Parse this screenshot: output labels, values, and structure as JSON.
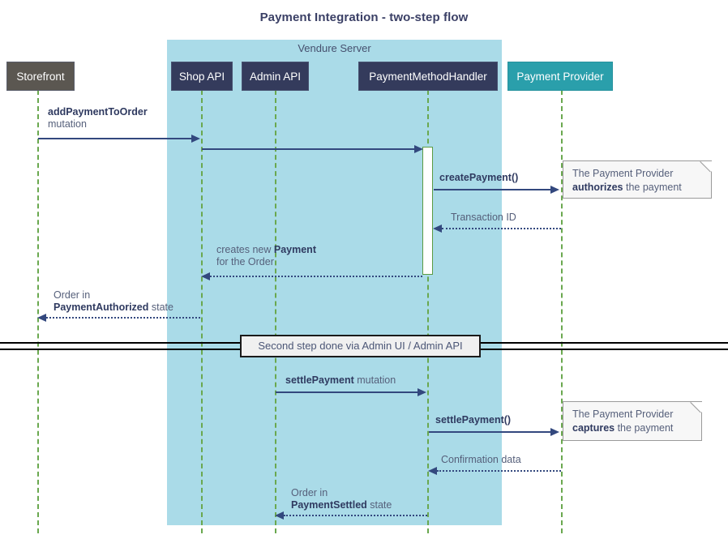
{
  "diagram": {
    "title": "Payment Integration - two-step flow",
    "type": "sequence-diagram",
    "colors": {
      "background": "#ffffff",
      "region_fill": "#aadbe8",
      "participant_api": "#343b5c",
      "participant_storefront": "#5b5751",
      "participant_provider": "#2a9fab",
      "lifeline": "#6aa84f",
      "message": "#33487e",
      "note_fill": "#f7f7f7",
      "note_border": "#9a9a9a",
      "divider_border": "#1a1a1a",
      "text": "#555f7a",
      "text_bold": "#2f3a60"
    }
  },
  "region": {
    "label": "Vendure Server"
  },
  "participants": [
    {
      "id": "storefront",
      "label": "Storefront"
    },
    {
      "id": "shop-api",
      "label": "Shop API"
    },
    {
      "id": "admin-api",
      "label": "Admin API"
    },
    {
      "id": "payment-method-handler",
      "label": "PaymentMethodHandler"
    },
    {
      "id": "payment-provider",
      "label": "Payment Provider"
    }
  ],
  "messages": [
    {
      "id": "add-payment-to-order",
      "from": "storefront",
      "to": "shop-api",
      "style": "solid",
      "direction": "right",
      "label_bold": "addPaymentToOrder",
      "label_plain": "mutation"
    },
    {
      "id": "shop-api-to-handler",
      "from": "shop-api",
      "to": "payment-method-handler",
      "style": "solid",
      "direction": "right",
      "label_bold": "",
      "label_plain": ""
    },
    {
      "id": "create-payment",
      "from": "payment-method-handler",
      "to": "payment-provider",
      "style": "solid",
      "direction": "right",
      "label_bold": "createPayment()",
      "label_plain": ""
    },
    {
      "id": "transaction-id",
      "from": "payment-provider",
      "to": "payment-method-handler",
      "style": "dotted",
      "direction": "left",
      "label_bold": "",
      "label_plain": "Transaction ID"
    },
    {
      "id": "creates-new-payment",
      "from": "payment-method-handler",
      "to": "shop-api",
      "style": "dotted",
      "direction": "left",
      "label_line1_plain": "creates new ",
      "label_line1_bold": "Payment",
      "label_line2_plain": "for the Order"
    },
    {
      "id": "order-payment-authorized",
      "from": "shop-api",
      "to": "storefront",
      "style": "dotted",
      "direction": "left",
      "label_line1_plain": "Order in",
      "label_line2_bold": "PaymentAuthorized",
      "label_line2_plain": " state"
    },
    {
      "id": "settle-payment-mutation",
      "from": "admin-api",
      "to": "payment-method-handler",
      "style": "solid",
      "direction": "right",
      "label_bold": "settlePayment",
      "label_plain": " mutation"
    },
    {
      "id": "settle-payment-call",
      "from": "payment-method-handler",
      "to": "payment-provider",
      "style": "solid",
      "direction": "right",
      "label_bold": "settlePayment()",
      "label_plain": ""
    },
    {
      "id": "confirmation-data",
      "from": "payment-provider",
      "to": "payment-method-handler",
      "style": "dotted",
      "direction": "left",
      "label_bold": "",
      "label_plain": "Confirmation data"
    },
    {
      "id": "order-payment-settled",
      "from": "payment-method-handler",
      "to": "admin-api",
      "style": "dotted",
      "direction": "left",
      "label_line1_plain": "Order in",
      "label_line2_bold": "PaymentSettled",
      "label_line2_plain": " state"
    }
  ],
  "notes": [
    {
      "id": "note-authorize",
      "line1": "The Payment Provider",
      "line2_bold": "authorizes",
      "line2_plain": " the payment"
    },
    {
      "id": "note-capture",
      "line1": "The Payment Provider",
      "line2_bold": "captures",
      "line2_plain": " the payment"
    }
  ],
  "divider": {
    "label": "Second step done via Admin UI / Admin API"
  }
}
